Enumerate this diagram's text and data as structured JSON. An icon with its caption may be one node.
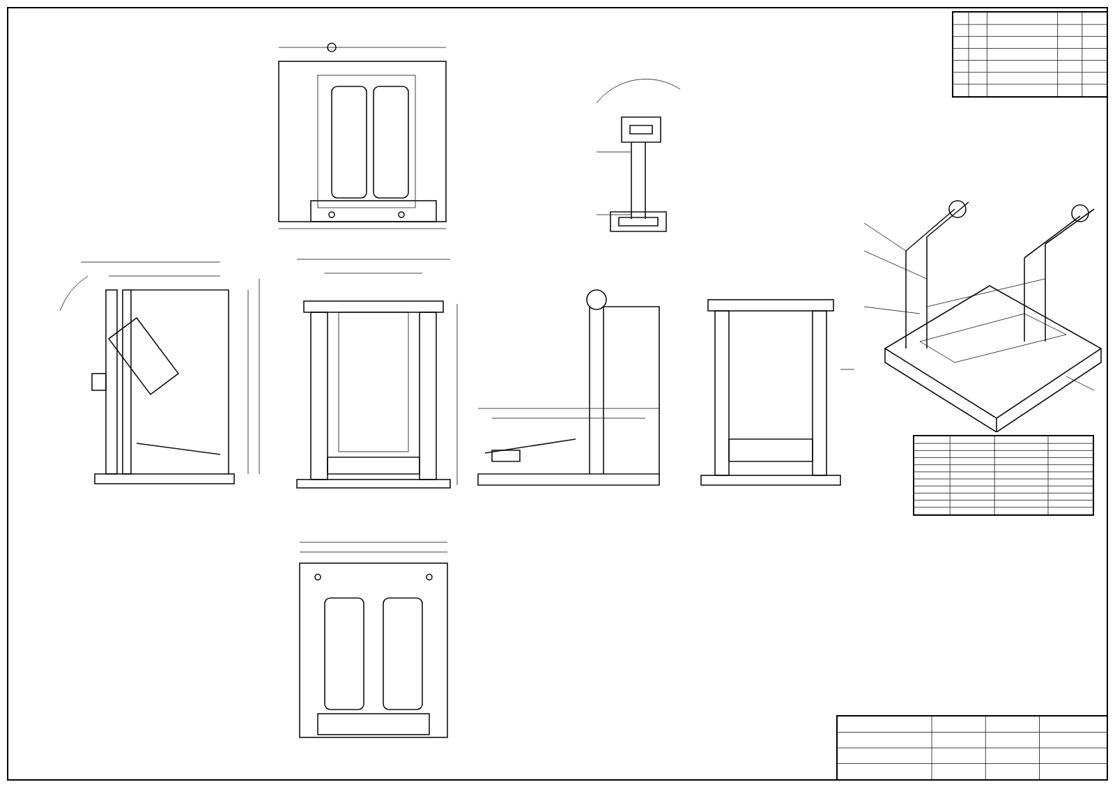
{
  "diagram": {
    "nodes": [
      {
        "text": [],
        "shape": "picture"
      },
      {
        "text": [],
        "shape": "picture"
      },
      {
        "text": [],
        "shape": "picture"
      },
      {
        "text": [],
        "shape": "picture"
      },
      {
        "text": [],
        "shape": "picture"
      },
      {
        "text": [],
        "shape": "picture"
      },
      {
        "text": [],
        "shape": "picture"
      },
      {
        "text": [],
        "shape": "picture"
      },
      {
        "text": [],
        "shape": "box"
      },
      {
        "text": [],
        "shape": "box"
      },
      {
        "text": [],
        "shape": "box"
      }
    ]
  }
}
